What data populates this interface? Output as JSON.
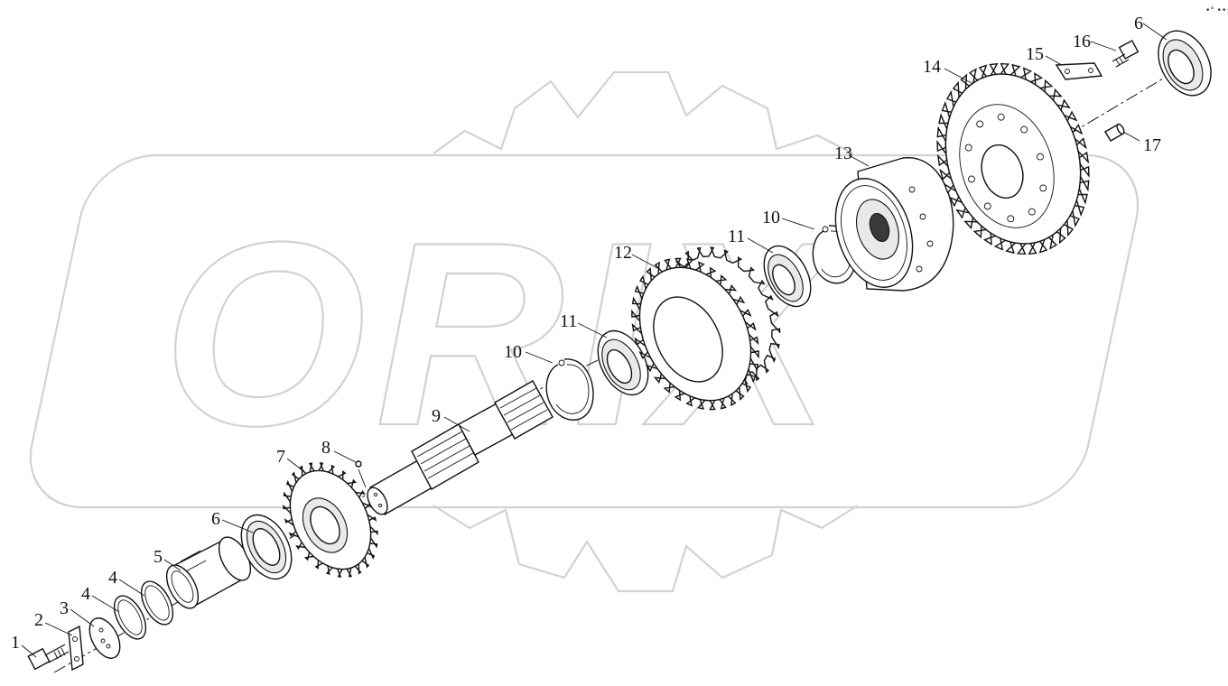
{
  "corner_mark": "•° •••",
  "watermark": {
    "text": "ORIX",
    "color": "#d2d2d2"
  },
  "callouts": [
    {
      "id": "c1",
      "text": "1"
    },
    {
      "id": "c2",
      "text": "2"
    },
    {
      "id": "c3",
      "text": "3"
    },
    {
      "id": "c4a",
      "text": "4"
    },
    {
      "id": "c4b",
      "text": "4"
    },
    {
      "id": "c5",
      "text": "5"
    },
    {
      "id": "c6a",
      "text": "6"
    },
    {
      "id": "c6b",
      "text": "6"
    },
    {
      "id": "c7",
      "text": "7"
    },
    {
      "id": "c8",
      "text": "8"
    },
    {
      "id": "c9",
      "text": "9"
    },
    {
      "id": "c10a",
      "text": "10"
    },
    {
      "id": "c10b",
      "text": "10"
    },
    {
      "id": "c11a",
      "text": "11"
    },
    {
      "id": "c11b",
      "text": "11"
    },
    {
      "id": "c12",
      "text": "12"
    },
    {
      "id": "c13",
      "text": "13"
    },
    {
      "id": "c14",
      "text": "14"
    },
    {
      "id": "c15",
      "text": "15"
    },
    {
      "id": "c16",
      "text": "16"
    },
    {
      "id": "c17",
      "text": "17"
    }
  ]
}
